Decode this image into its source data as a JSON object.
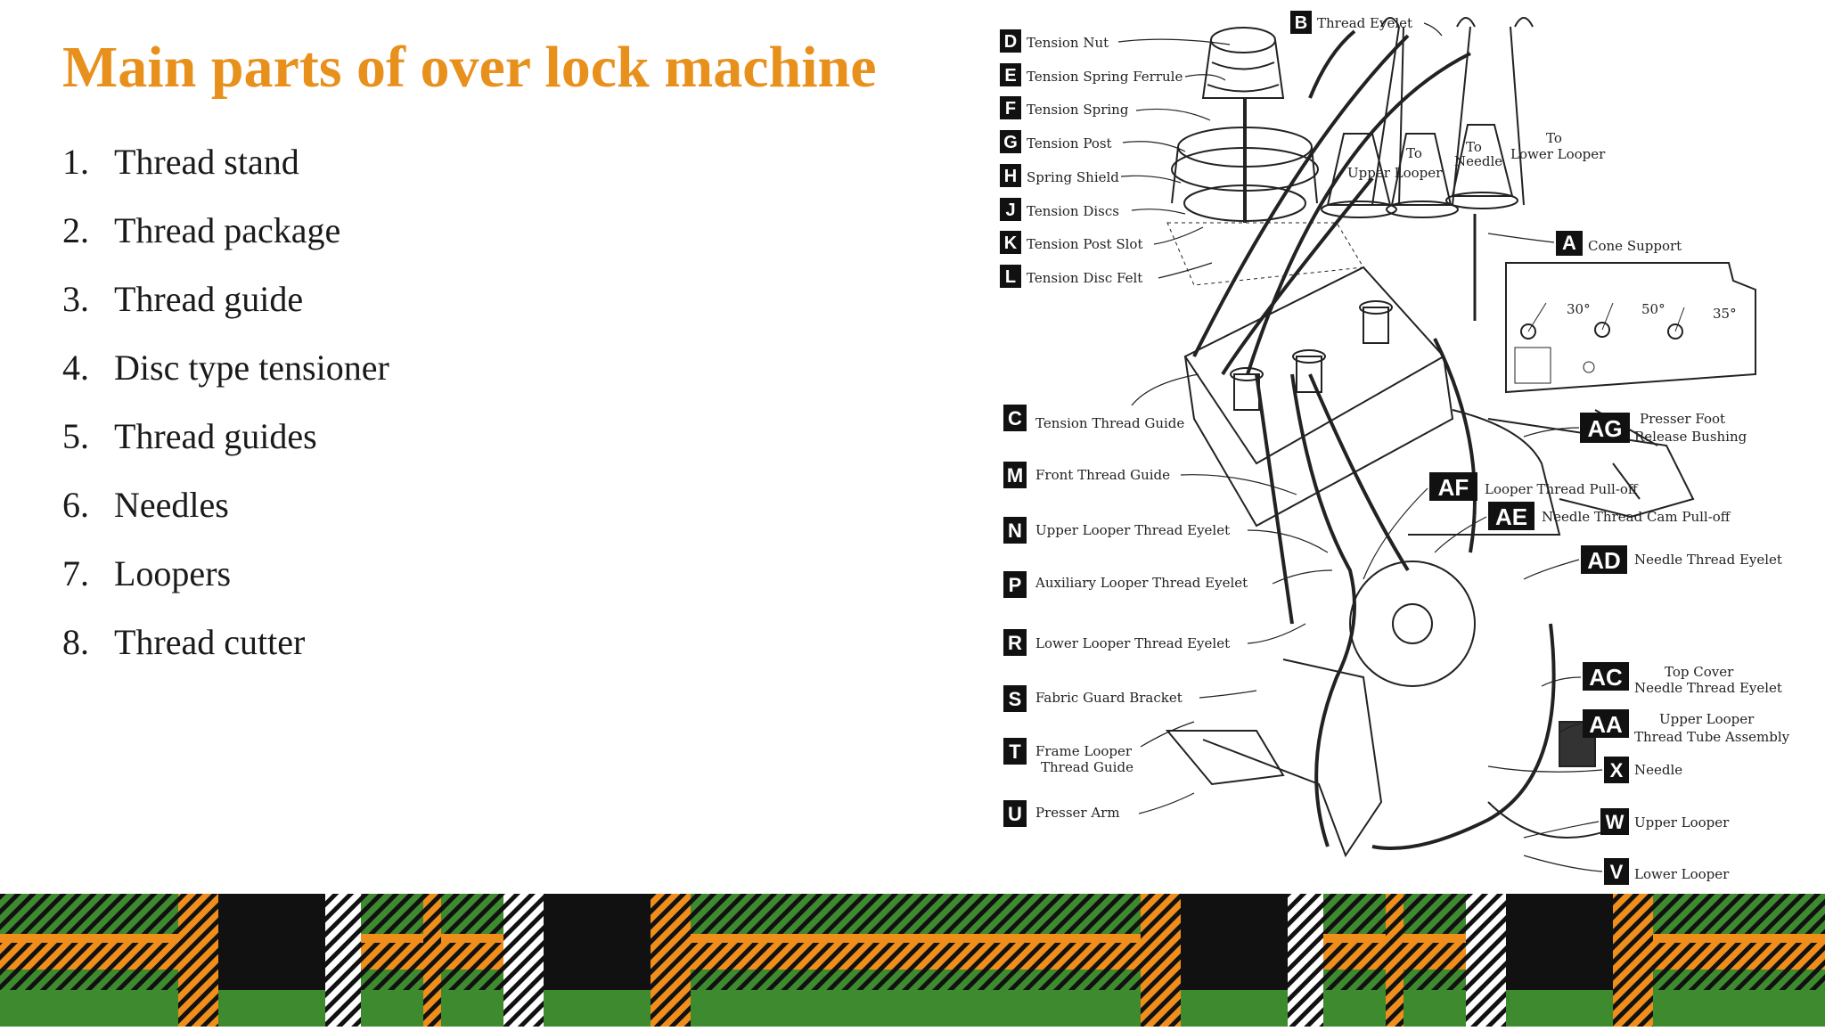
{
  "slide": {
    "title": "Main parts of over lock machine",
    "items": [
      {
        "num": "1.",
        "text": "Thread stand"
      },
      {
        "num": "2.",
        "text": "Thread package"
      },
      {
        "num": "3.",
        "text": "Thread guide"
      },
      {
        "num": "4.",
        "text": "Disc type tensioner"
      },
      {
        "num": "5.",
        "text": "Thread guides"
      },
      {
        "num": "6.",
        "text": "Needles"
      },
      {
        "num": "7.",
        "text": "Loopers"
      },
      {
        "num": "8.",
        "text": "Thread cutter"
      }
    ]
  },
  "diagram": {
    "callouts": [
      {
        "id": "D",
        "label": "Tension Nut"
      },
      {
        "id": "E",
        "label": "Tension Spring Ferrule"
      },
      {
        "id": "F",
        "label": "Tension Spring"
      },
      {
        "id": "G",
        "label": "Tension Post"
      },
      {
        "id": "H",
        "label": "Spring Shield"
      },
      {
        "id": "J",
        "label": "Tension Discs"
      },
      {
        "id": "K",
        "label": "Tension Post Slot"
      },
      {
        "id": "L",
        "label": "Tension Disc Felt"
      },
      {
        "id": "B",
        "label": "Thread Eyelet"
      },
      {
        "id": "A",
        "label": "Cone Support"
      },
      {
        "id": "C",
        "label": "Tension Thread Guide"
      },
      {
        "id": "M",
        "label": "Front Thread Guide"
      },
      {
        "id": "N",
        "label": "Upper Looper Thread Eyelet"
      },
      {
        "id": "P",
        "label": "Auxiliary Looper Thread Eyelet"
      },
      {
        "id": "R",
        "label": "Lower Looper Thread Eyelet"
      },
      {
        "id": "S",
        "label": "Fabric Guard Bracket"
      },
      {
        "id": "T",
        "label": "Frame Looper",
        "label2": "Thread Guide"
      },
      {
        "id": "U",
        "label": "Presser Arm"
      },
      {
        "id": "AG",
        "label": "Presser Foot",
        "label2": "Release Bushing"
      },
      {
        "id": "AF",
        "label": "Looper Thread Pull-off"
      },
      {
        "id": "AE",
        "label": "Needle Thread Cam Pull-off"
      },
      {
        "id": "AD",
        "label": "Needle Thread Eyelet"
      },
      {
        "id": "AC",
        "label": "Top Cover",
        "label2": "Needle Thread Eyelet"
      },
      {
        "id": "AA",
        "label": "Upper Looper",
        "label2": "Thread Tube Assembly"
      },
      {
        "id": "X",
        "label": "Needle"
      },
      {
        "id": "W",
        "label": "Upper Looper"
      },
      {
        "id": "V",
        "label": "Lower Looper"
      }
    ],
    "cones": [
      "Upper Looper",
      "Needle",
      "Lower Looper"
    ],
    "cone_prefix": "To",
    "angles": [
      "30°",
      "50°",
      "35°"
    ]
  },
  "colors": {
    "title": "#e8901c",
    "plaid_green": "#3e8a2e",
    "plaid_orange": "#ef8e1b",
    "plaid_black": "#111111",
    "plaid_white": "#ffffff"
  }
}
